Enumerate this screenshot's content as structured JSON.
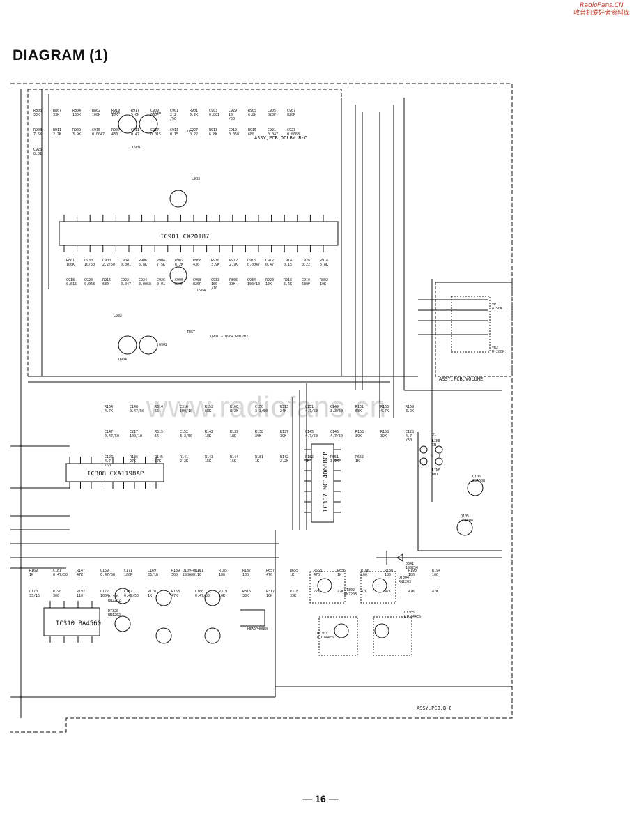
{
  "watermark": {
    "line1": "RadioFans.CN",
    "line2": "收音机爱好者资料库"
  },
  "title": "DIAGRAM (1)",
  "page_number": "— 16 —",
  "background_watermark": "www.radiofans.cn",
  "boards": {
    "dolby": "ASSY,PCB,DOLBY B-C",
    "volume": "ASSY,PCB,VOLUME",
    "bc": "ASSY,PCB,B-C"
  },
  "ics": {
    "ic901": "IC901 CX20187",
    "ic308": "IC308 CXA1198AP",
    "ic307": "IC307 MC14066BCP",
    "ic310": "IC310 BA4560"
  },
  "labels": {
    "test_top": "TEST",
    "test_bottom": "TEST",
    "q901": "Q901 – Q904  RN1202",
    "q109": "Q109–Q120\n2SB608",
    "headphones": "HEADPHONES",
    "line_in": "LINE\nIN",
    "line_out": "LINE\nOUT",
    "j1": "J1",
    "r": "R",
    "l": "L",
    "vr1": "VR1\nA-50K",
    "vr2": "VR2\nW-200K",
    "q106": "Q106\n2SA608",
    "q105": "Q105\n2SA608",
    "dt326": "DT326\nRN2202",
    "dt328": "DT328\nRN1202",
    "dt302": "DT302\nRN2203",
    "dt304": "DT304\nRN2203",
    "dt303": "DT303\nDTC144ES",
    "dt305": "DT305\nDTC144ES",
    "d341": "D341\n1SS254",
    "q902": "Q902",
    "q903": "Q903",
    "q904": "Q904",
    "q901l": "Q901",
    "l901": "L901",
    "l902": "L902",
    "l903": "L903",
    "l904": "L904"
  },
  "components_top": [
    "R806\n33K",
    "R807\n33K",
    "R804\n100K",
    "R802\n100K",
    "R919\n10K",
    "R917\n5.6K",
    "C909\n680P",
    "C901\n2.2\n/50",
    "R901\n6.2K",
    "C903\n0.001",
    "C929\n10\n/50",
    "R905\n6.8K",
    "C905\n820P",
    "C907\n820P",
    "R903\n7.5K",
    "R911\n2.7K",
    "R909\n3.9K",
    "C915\n0.0047",
    "R907\n430",
    "C911\n0.47",
    "C917\n0.015",
    "C913\n0.15",
    "C927\n0.22",
    "R913\n6.8K",
    "C919\n0.068",
    "R915\n680",
    "C921\n0.047",
    "C923\n0.0068",
    "C925\n0.01"
  ],
  "components_bottom": [
    "R801\n100K",
    "C930\n10/50",
    "C900\n2.2/50",
    "C904\n0.001",
    "R906\n6.8K",
    "R904\n7.5K",
    "R902\n6.2K",
    "R908\n430",
    "R910\n3.9K",
    "R912\n2.7K",
    "C916\n0.0047",
    "C912\n0.47",
    "C914\n0.15",
    "C928\n0.22",
    "R914\n6.8K",
    "C918\n0.015",
    "C920\n0.068",
    "R916\n680",
    "C922\n0.047",
    "C924\n0.0068",
    "C926\n0.01",
    "C906\n820P",
    "C908\n820P",
    "C933\n100\n/10",
    "R806\n33K",
    "C934\n100/10",
    "R920\n10K",
    "R918\n5.6K",
    "C910\n680P",
    "R802\n10K"
  ],
  "components_mid": [
    "R164\n4.7K",
    "C148\n0.47/50",
    "R314\n56",
    "C316\n100/10",
    "R152\n68K",
    "R160\n8.2K",
    "C150\n3.3/50",
    "R313\n24K",
    "C151\n4.7/50",
    "C149\n3.3/50",
    "R161\n68K",
    "R163\n4.7K",
    "R159\n8.2K",
    "C147\n0.47/50",
    "C217\n100/10",
    "R315\n56",
    "C152\n3.3/50",
    "R142\n18K",
    "R139\n18K",
    "R138\n39K",
    "R137\n39K",
    "C145\n4.7/50",
    "C146\n4.7/50",
    "R153\n39K",
    "R158\n39K",
    "C128\n4.7\n/50",
    "C127\n4.7\n/50",
    "R146\n27K",
    "R145\n27K",
    "R141\n2.2K",
    "R143\n15K",
    "R144\n15K",
    "R181\n1K",
    "R142\n2.2K",
    "R182\n1K",
    "R651\n3.9K",
    "R652\n1K"
  ],
  "components_lower": [
    "R169\n1K",
    "C161\n0.47/50",
    "R147\n47K",
    "C159\n0.47/50",
    "C171\n100P",
    "C169\n33/16",
    "R189\n300",
    "R191\n110",
    "R185\n100",
    "R187\n100",
    "R657\n470",
    "R655\n1K",
    "R658\n470",
    "R656\n1K",
    "R186\n100",
    "R188\n100",
    "R193\n100",
    "R194\n100",
    "C170\n33/16",
    "R190\n300",
    "R192\n110",
    "C172\n100P",
    "C162\n0.47/50",
    "R170\n1K",
    "R168\n47K",
    "C160\n0.47/50",
    "R319\n10K",
    "R316\n33K",
    "R317\n10K",
    "R318\n33K",
    "22K",
    "22K",
    "47K",
    "47K",
    "47K",
    "47K"
  ]
}
